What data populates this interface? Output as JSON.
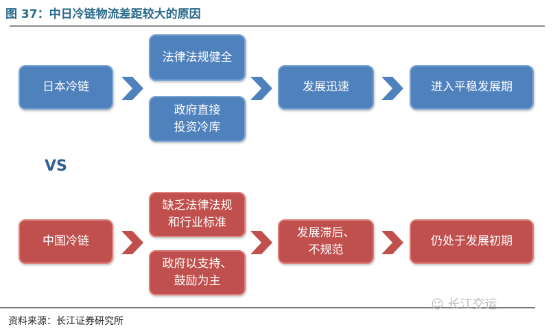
{
  "title": "图 37：中日冷链物流差距较大的原因",
  "colors": {
    "japan": "#4f81bd",
    "china": "#c0504d"
  },
  "japan": {
    "start": "日本冷链",
    "reason1": "法律法规健全",
    "reason2": "政府直接\n投资冷库",
    "stage": "发展迅速",
    "result": "进入平稳发展期"
  },
  "vs": "VS",
  "china": {
    "start": "中国冷链",
    "reason1": "缺乏法律法规\n和行业标准",
    "reason2": "政府以支持、\n鼓励为主",
    "stage": "发展滞后、\n不规范",
    "result": "仍处于发展初期"
  },
  "source": "资料来源：长江证券研究所",
  "watermark": "长江交运"
}
